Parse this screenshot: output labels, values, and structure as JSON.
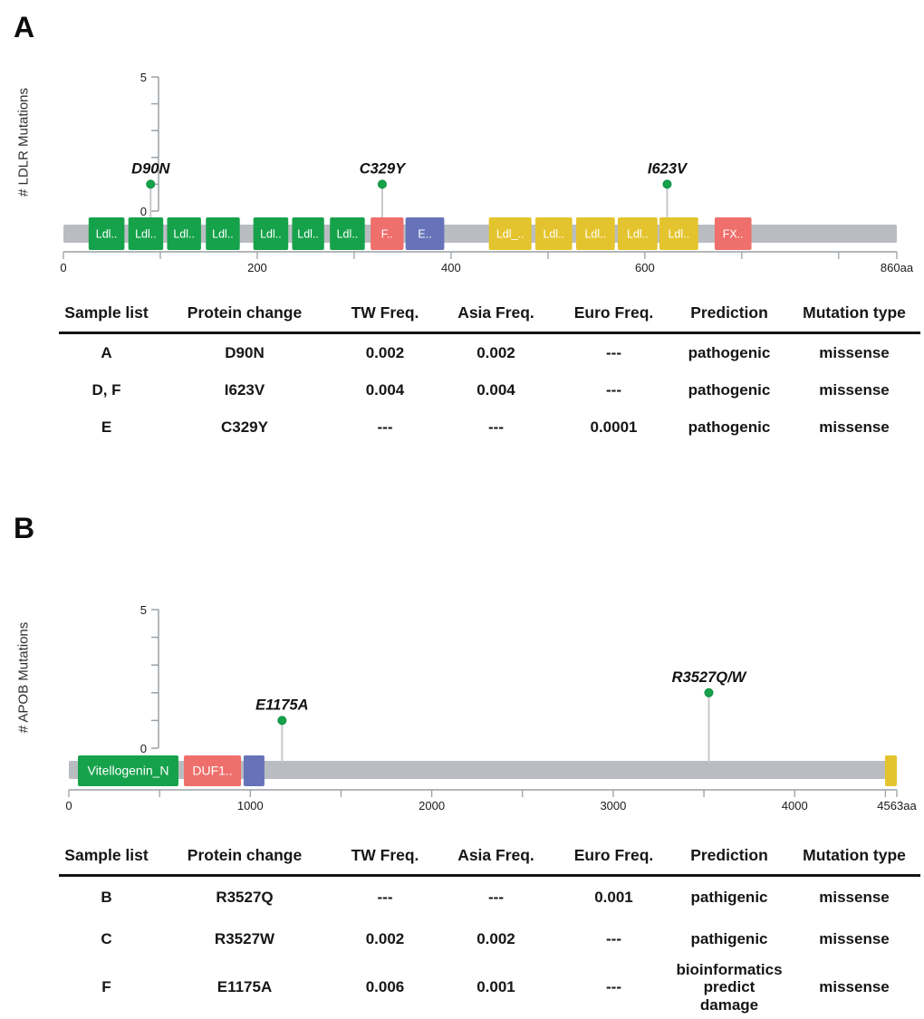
{
  "colors": {
    "green": "#16a24b",
    "salmon": "#ee6f6b",
    "blue": "#6673b9",
    "yellow": "#e4c42e",
    "backbone": "#b9bdc1",
    "stick": "#c6c9cc",
    "dot": "#16a24a",
    "dot_edge": "#0f8f42",
    "axis": "#9aa1a5",
    "label_text": "#1a1a1a",
    "domain_label": "#ffffff"
  },
  "chart_data": [
    {
      "type": "lollipop",
      "ylabel": "# LDLR Mutations",
      "ylim": [
        0,
        5
      ],
      "xlim": [
        0,
        860
      ],
      "x_unit": "aa",
      "grid": false,
      "x_ticks": [
        {
          "v": 0,
          "label": "0"
        },
        {
          "v": 100,
          "label": ""
        },
        {
          "v": 200,
          "label": "200"
        },
        {
          "v": 300,
          "label": ""
        },
        {
          "v": 400,
          "label": "400"
        },
        {
          "v": 500,
          "label": ""
        },
        {
          "v": 600,
          "label": "600"
        },
        {
          "v": 700,
          "label": ""
        },
        {
          "v": 800,
          "label": ""
        },
        {
          "v": 860,
          "label": "860aa"
        }
      ],
      "mutations": [
        {
          "label": "D90N",
          "x": 90,
          "y": 1
        },
        {
          "label": "C329Y",
          "x": 329,
          "y": 1
        },
        {
          "label": "I623V",
          "x": 623,
          "y": 1
        }
      ],
      "domains": [
        {
          "label": "Ldl..",
          "color": "green",
          "start": 26,
          "end": 63
        },
        {
          "label": "Ldl..",
          "color": "green",
          "start": 67,
          "end": 103
        },
        {
          "label": "Ldl..",
          "color": "green",
          "start": 107,
          "end": 142
        },
        {
          "label": "Ldl..",
          "color": "green",
          "start": 147,
          "end": 182
        },
        {
          "label": "Ldl..",
          "color": "green",
          "start": 196,
          "end": 232
        },
        {
          "label": "Ldl..",
          "color": "green",
          "start": 236,
          "end": 269
        },
        {
          "label": "Ldl..",
          "color": "green",
          "start": 275,
          "end": 311
        },
        {
          "label": "F..",
          "color": "salmon",
          "start": 317,
          "end": 351
        },
        {
          "label": "E..",
          "color": "blue",
          "start": 353,
          "end": 393
        },
        {
          "label": "Ldl_..",
          "color": "yellow",
          "start": 439,
          "end": 483
        },
        {
          "label": "Ldl..",
          "color": "yellow",
          "start": 487,
          "end": 525
        },
        {
          "label": "Ldl..",
          "color": "yellow",
          "start": 529,
          "end": 569
        },
        {
          "label": "Ldl..",
          "color": "yellow",
          "start": 572,
          "end": 613
        },
        {
          "label": "Ldl..",
          "color": "yellow",
          "start": 615,
          "end": 655
        },
        {
          "label": "FX..",
          "color": "salmon",
          "start": 672,
          "end": 710
        }
      ]
    },
    {
      "type": "lollipop",
      "ylabel": "# APOB Mutations",
      "ylim": [
        0,
        5
      ],
      "xlim": [
        0,
        4563
      ],
      "x_unit": "aa",
      "grid": false,
      "x_ticks": [
        {
          "v": 0,
          "label": "0"
        },
        {
          "v": 500,
          "label": ""
        },
        {
          "v": 1000,
          "label": "1000"
        },
        {
          "v": 1500,
          "label": ""
        },
        {
          "v": 2000,
          "label": "2000"
        },
        {
          "v": 2500,
          "label": ""
        },
        {
          "v": 3000,
          "label": "3000"
        },
        {
          "v": 3500,
          "label": ""
        },
        {
          "v": 4000,
          "label": "4000"
        },
        {
          "v": 4500,
          "label": ""
        },
        {
          "v": 4563,
          "label": "4563aa"
        }
      ],
      "mutations": [
        {
          "label": "E1175A",
          "x": 1175,
          "y": 1
        },
        {
          "label": "R3527Q/W",
          "x": 3527,
          "y": 2
        }
      ],
      "domains": [
        {
          "label": "Vitellogenin_N",
          "color": "green",
          "start": 50,
          "end": 604
        },
        {
          "label": "DUF1..",
          "color": "salmon",
          "start": 634,
          "end": 949
        },
        {
          "label": "",
          "color": "blue",
          "start": 963,
          "end": 1078
        },
        {
          "label": "",
          "color": "yellow",
          "start": 4498,
          "end": 4563
        }
      ]
    }
  ],
  "panels": [
    {
      "letter": "A",
      "table": {
        "headers": [
          "Sample list",
          "Protein change",
          "TW Freq.",
          "Asia Freq.",
          "Euro Freq.",
          "Prediction",
          "Mutation type"
        ],
        "rows": [
          [
            "A",
            "D90N",
            "0.002",
            "0.002",
            "---",
            "pathogenic",
            "missense"
          ],
          [
            "D, F",
            "I623V",
            "0.004",
            "0.004",
            "---",
            "pathogenic",
            "missense"
          ],
          [
            "E",
            "C329Y",
            "---",
            "---",
            "0.0001",
            "pathogenic",
            "missense"
          ]
        ]
      }
    },
    {
      "letter": "B",
      "table": {
        "headers": [
          "Sample list",
          "Protein change",
          "TW Freq.",
          "Asia Freq.",
          "Euro Freq.",
          "Prediction",
          "Mutation type"
        ],
        "rows": [
          [
            "B",
            "R3527Q",
            "---",
            "---",
            "0.001",
            "pathigenic",
            "missense"
          ],
          [
            "C",
            "R3527W",
            "0.002",
            "0.002",
            "---",
            "pathigenic",
            "missense"
          ],
          [
            "F",
            "E1175A",
            "0.006",
            "0.001",
            "---",
            "bioinformatics predict damage",
            "missense"
          ]
        ]
      }
    }
  ]
}
